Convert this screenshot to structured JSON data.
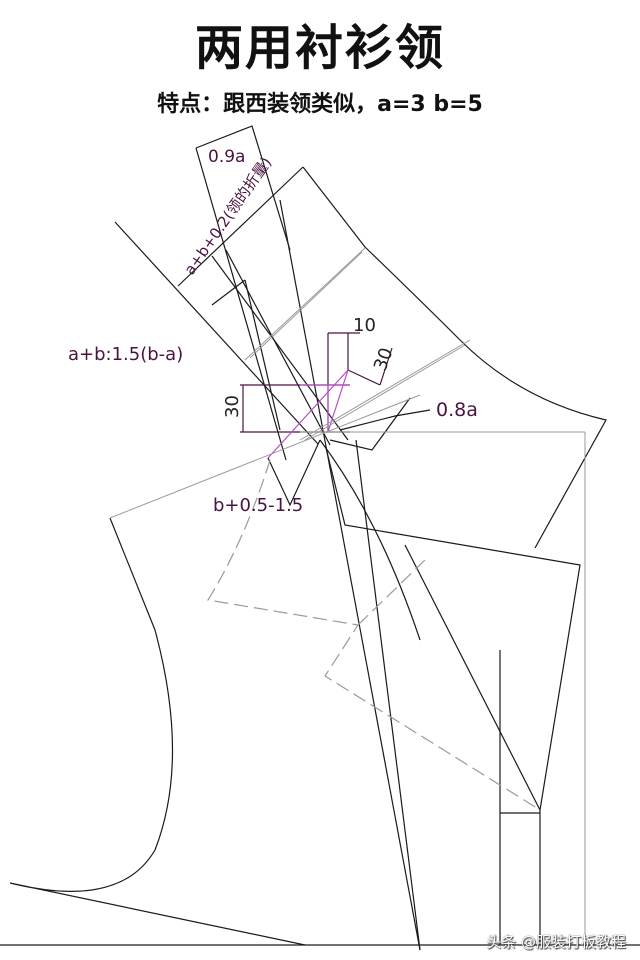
{
  "header": {
    "title": "两用衬衫领",
    "subtitle": "特点：跟西装领类似，a=3 b=5"
  },
  "labels": {
    "collar_width": "0.9a",
    "fold_amount": "a+b+0.2(领的折量)",
    "ratio": "a+b:1.5(b-a)",
    "dim_30_left": "30",
    "dim_10_top": "10",
    "dim_30_right": "30",
    "lapel_08a": "0.8a",
    "b_offset": "b+0.5-1.5"
  },
  "params": {
    "a": 3,
    "b": 5
  },
  "colors": {
    "line": "#1a1a1a",
    "guide": "#9a9a9a",
    "construction": "#b84fc8",
    "label": "#4a1440"
  },
  "watermark": "头条 @服装打板教程"
}
